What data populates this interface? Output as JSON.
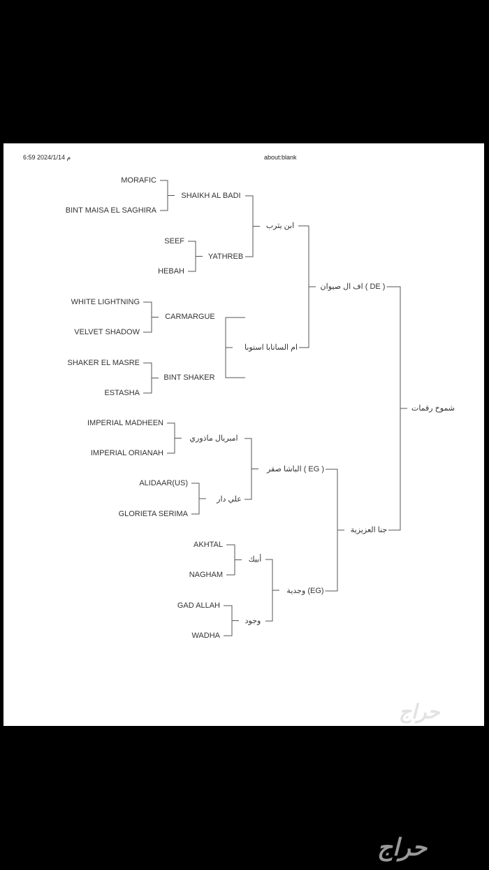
{
  "header": {
    "datetime": "6:59 2024/1/14 م",
    "url": "about:blank"
  },
  "pedigree": {
    "subject": "شموخ رقمات",
    "sire": {
      "name": "اف ال صيوان ( DE )",
      "sire": {
        "name": "ابن يثرب",
        "sire": {
          "name": "SHAIKH AL BADI",
          "sire": "MORAFIC",
          "dam": "BINT MAISA EL SAGHIRA"
        },
        "dam": {
          "name": "YATHREB",
          "sire": "SEEF",
          "dam": "HEBAH"
        }
      },
      "dam": {
        "name": "ام السانابا استوبا",
        "sire": {
          "name": "CARMARGUE",
          "sire": "WHITE LIGHTNING",
          "dam": "VELVET SHADOW"
        },
        "dam": {
          "name": "BINT SHAKER",
          "sire": "SHAKER EL MASRE",
          "dam": "ESTASHA"
        }
      }
    },
    "dam": {
      "name": "جنا العزيزية",
      "sire": {
        "name": "الباشا صقر ( EG )",
        "sire": {
          "name": "امبريال ماذوري",
          "sire": "IMPERIAL MADHEEN",
          "dam": "IMPERIAL ORIANAH"
        },
        "dam": {
          "name": "علي دار",
          "sire": "ALIDAAR(US)",
          "dam": "GLORIETA SERIMA"
        }
      },
      "dam": {
        "name": "وجدية (EG)",
        "sire": {
          "name": "أبيك",
          "sire": "AKHTAL",
          "dam": "NAGHAM"
        },
        "dam": {
          "name": "وجود",
          "sire": "GAD ALLAH",
          "dam": "WADHA"
        }
      }
    }
  },
  "watermark": {
    "text": "حراج",
    "color": "#d8d8d8"
  }
}
